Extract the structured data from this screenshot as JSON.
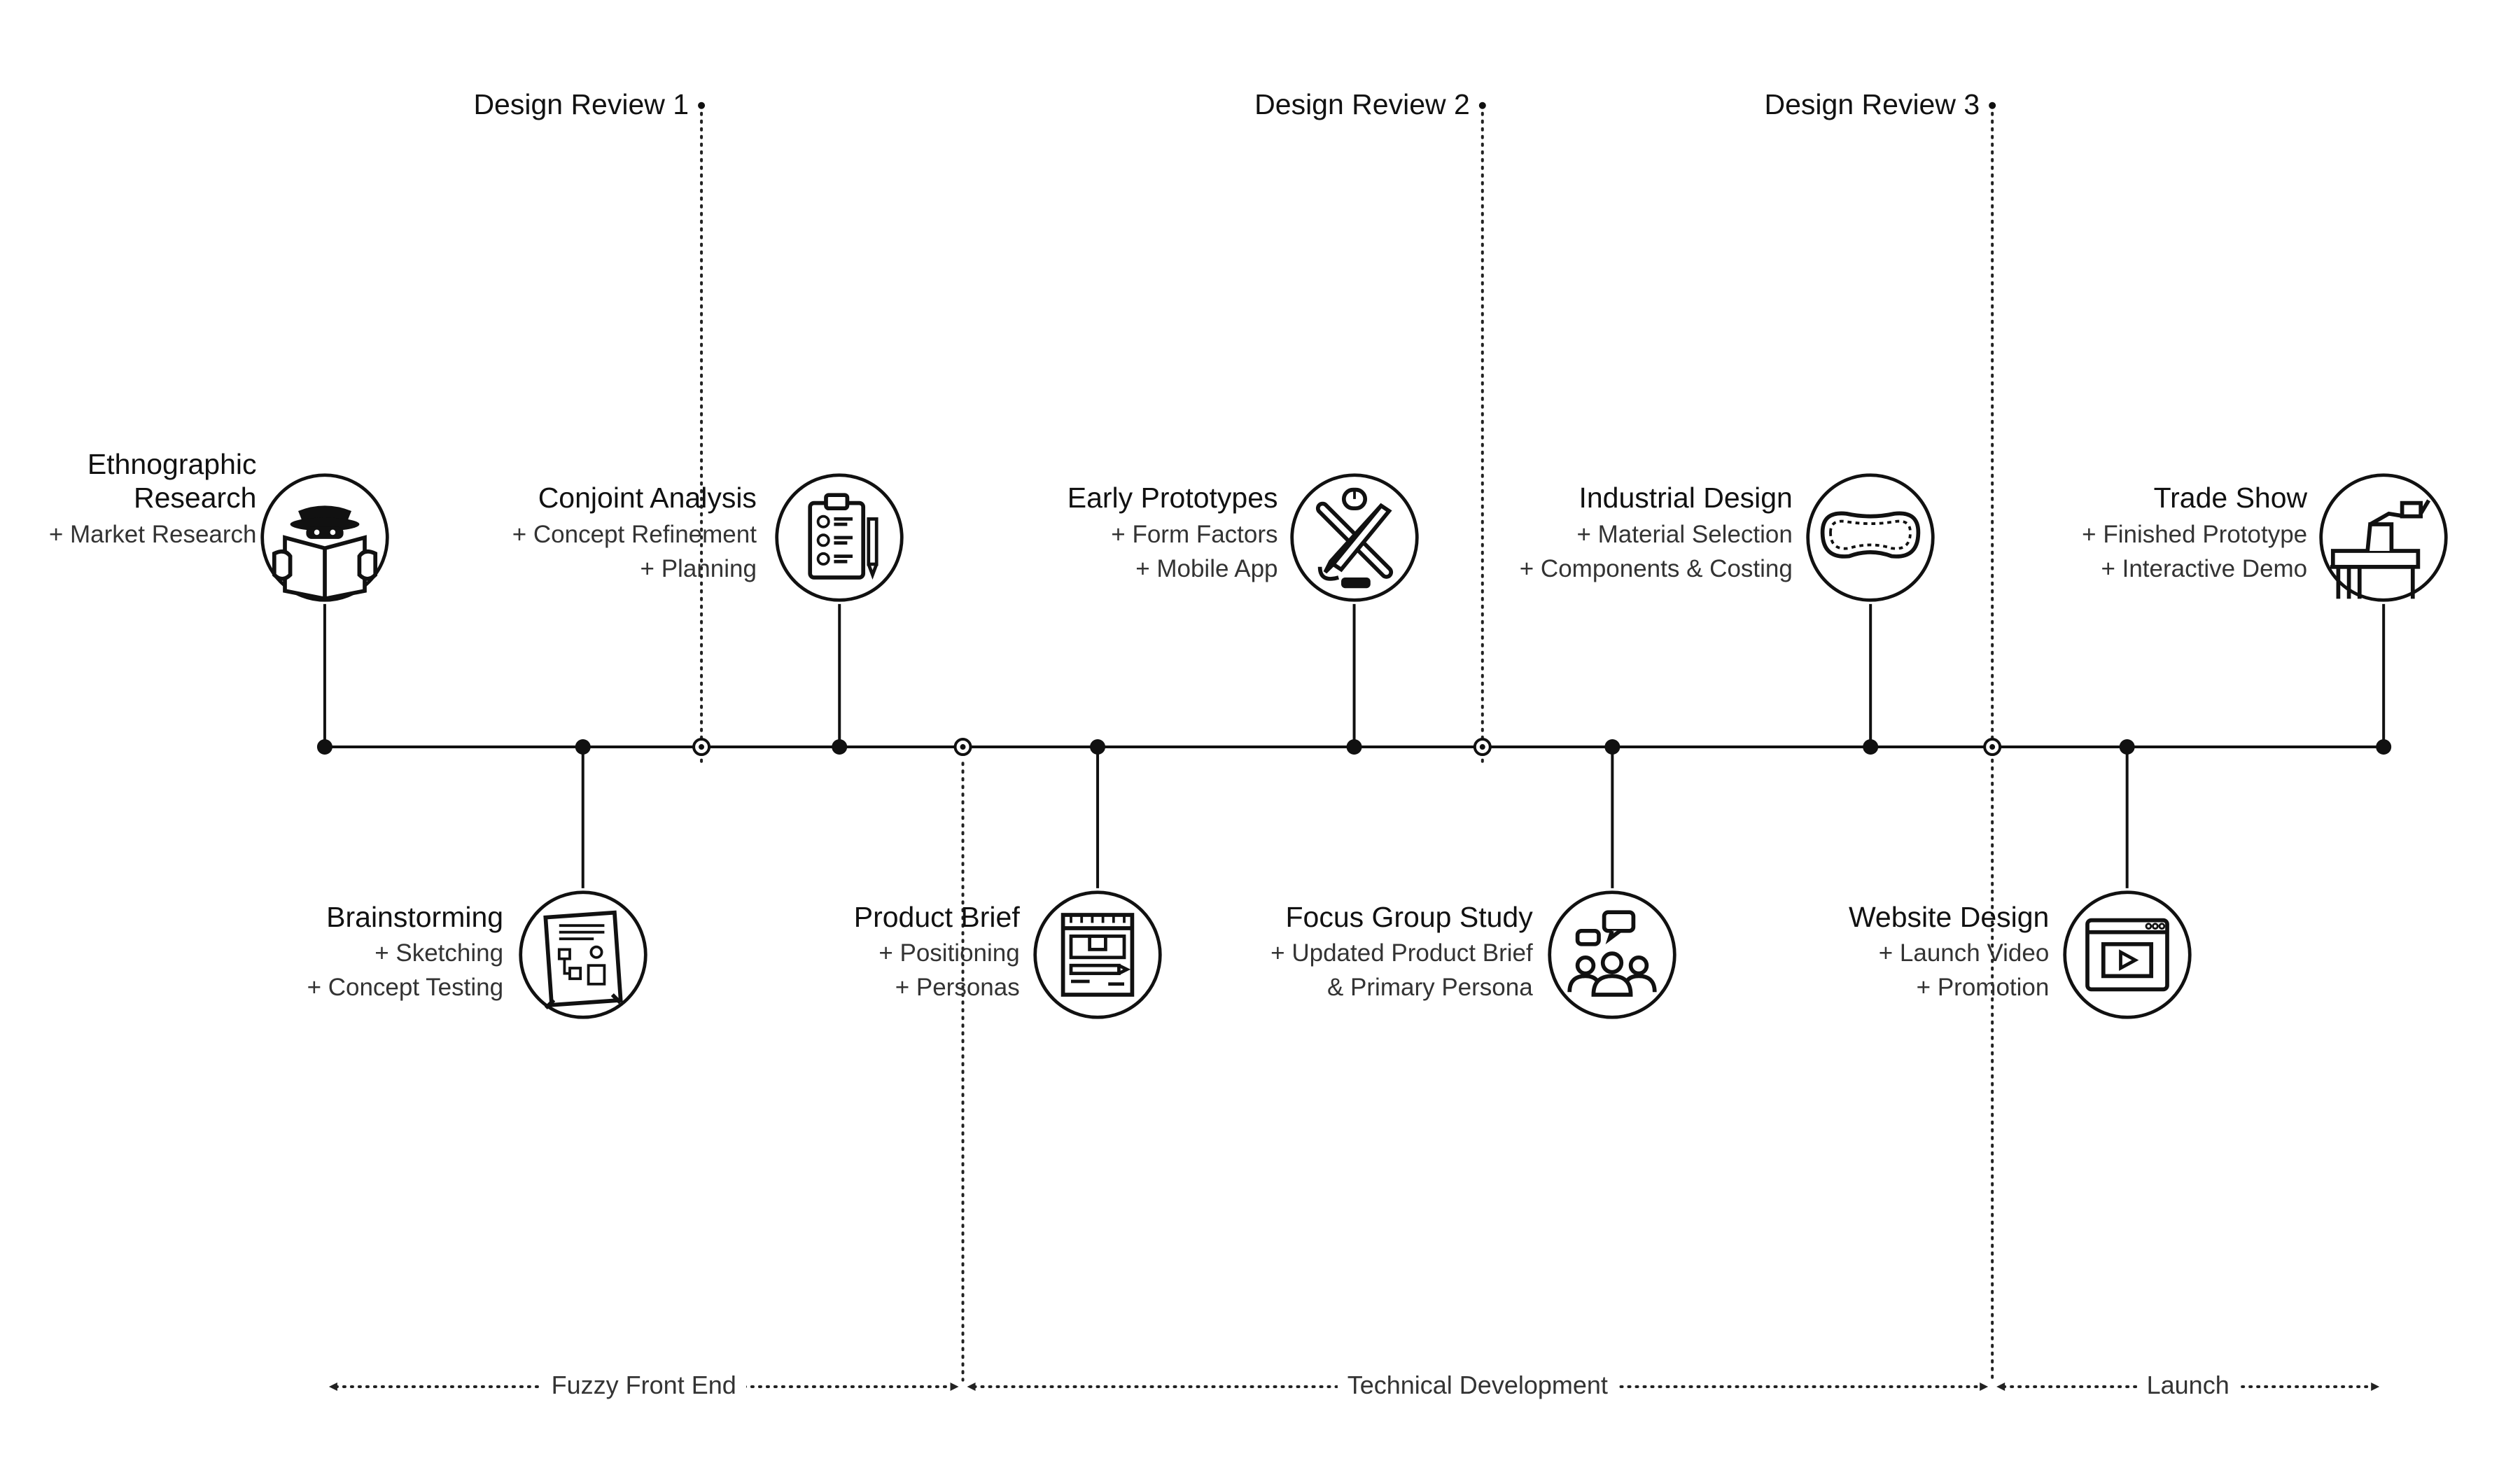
{
  "reviews": [
    {
      "label": "Design Review 1"
    },
    {
      "label": "Design Review 2"
    },
    {
      "label": "Design Review 3"
    }
  ],
  "milestones": [
    {
      "title_lines": [
        "Ethnographic",
        "Research"
      ],
      "details": [
        "+ Market Research"
      ],
      "icon": "spy-reading-newspaper-icon"
    },
    {
      "title_lines": [
        "Brainstorming"
      ],
      "details": [
        "+ Sketching",
        "+ Concept Testing"
      ],
      "icon": "flowchart-board-icon"
    },
    {
      "title_lines": [
        "Conjoint Analysis"
      ],
      "details": [
        "+ Concept Refinement",
        "+ Planning"
      ],
      "icon": "clipboard-checklist-icon"
    },
    {
      "title_lines": [
        "Product Brief"
      ],
      "details": [
        "+ Positioning",
        "+ Personas"
      ],
      "icon": "product-brief-blueprint-icon"
    },
    {
      "title_lines": [
        "Early Prototypes"
      ],
      "details": [
        "+ Form Factors",
        "+ Mobile App"
      ],
      "icon": "tools-pencil-wrench-icon"
    },
    {
      "title_lines": [
        "Focus Group Study"
      ],
      "details": [
        "+ Updated Product Brief",
        "& Primary Persona"
      ],
      "icon": "focus-group-people-icon"
    },
    {
      "title_lines": [
        "Industrial Design"
      ],
      "details": [
        "+ Material Selection",
        "+ Components & Costing"
      ],
      "icon": "sleep-mask-icon"
    },
    {
      "title_lines": [
        "Website Design"
      ],
      "details": [
        "+ Launch Video",
        "+ Promotion"
      ],
      "icon": "browser-video-icon"
    },
    {
      "title_lines": [
        "Trade Show"
      ],
      "details": [
        "+ Finished Prototype",
        "+ Interactive Demo"
      ],
      "icon": "trade-show-booth-icon"
    }
  ],
  "phases": [
    {
      "label": "Fuzzy Front End"
    },
    {
      "label": "Technical Development"
    },
    {
      "label": "Launch"
    }
  ]
}
